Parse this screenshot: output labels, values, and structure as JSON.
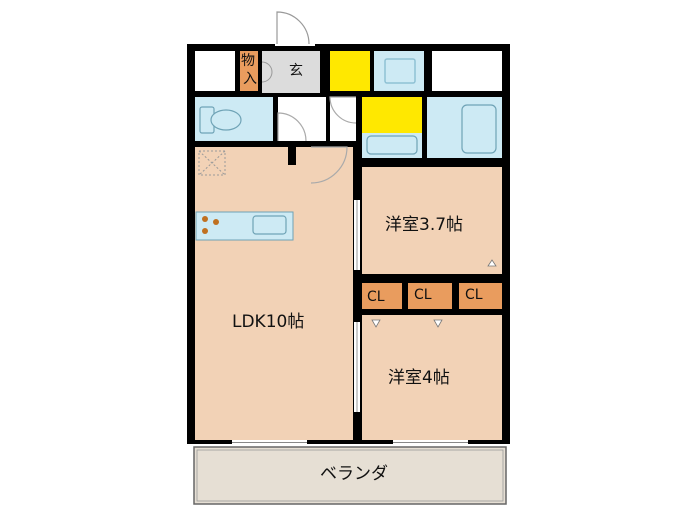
{
  "rooms": {
    "genkan": "玄",
    "storage_top": "物",
    "storage_bottom": "入",
    "ldk": "LDK10帖",
    "western_1": "洋室3.7帖",
    "western_2": "洋室4帖",
    "balcony": "ベランダ"
  },
  "closets": [
    "CL",
    "CL",
    "CL"
  ],
  "colors": {
    "floor": "#f2d2b6",
    "white_area": "#ffffff",
    "wall": "#000000",
    "closet": "#e99c5e",
    "fixture": "#cdeaf4",
    "laundry_yellow": "#ffe800",
    "balcony": "#e6dfd4",
    "genkan": "#dcdcdc"
  },
  "icons": [
    "toilet-icon",
    "bathtub-icon",
    "washbasin-icon",
    "kitchen-sink-icon",
    "stove-icon",
    "refrigerator-icon",
    "washing-machine-icon",
    "door-swing-icon",
    "sliding-window-icon"
  ]
}
